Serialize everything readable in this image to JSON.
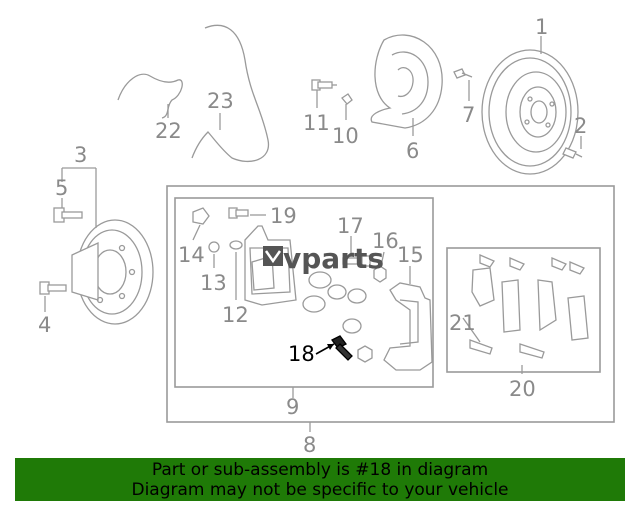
{
  "diagram": {
    "callouts": {
      "c1": "1",
      "c2": "2",
      "c3": "3",
      "c4": "4",
      "c5": "5",
      "c6": "6",
      "c7": "7",
      "c8": "8",
      "c9": "9",
      "c10": "10",
      "c11": "11",
      "c12": "12",
      "c13": "13",
      "c14": "14",
      "c15": "15",
      "c16": "16",
      "c17": "17",
      "c18": "18",
      "c19": "19",
      "c20": "20",
      "c21": "21",
      "c22": "22",
      "c23": "23"
    },
    "highlighted_part": "18",
    "watermark": "vparts"
  },
  "banner": {
    "line1": "Part or sub-assembly is #18 in diagram",
    "line2": "Diagram may not be specific to your vehicle",
    "color": "#1f7a07"
  },
  "colors": {
    "line": "#9a9a9a",
    "label": "#8a8a8a",
    "highlight": "#000000"
  }
}
